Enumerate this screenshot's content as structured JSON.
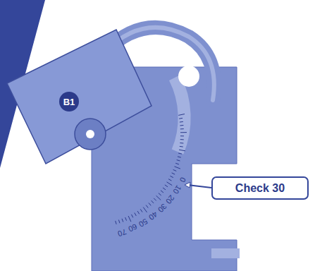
{
  "diagram": {
    "nodes": [
      {
        "text": [
          "B1"
        ]
      },
      {
        "text": [
          "Check 30"
        ]
      }
    ],
    "labels": [
      "0",
      "10",
      "20",
      "30",
      "40",
      "50",
      "60",
      "70"
    ]
  }
}
